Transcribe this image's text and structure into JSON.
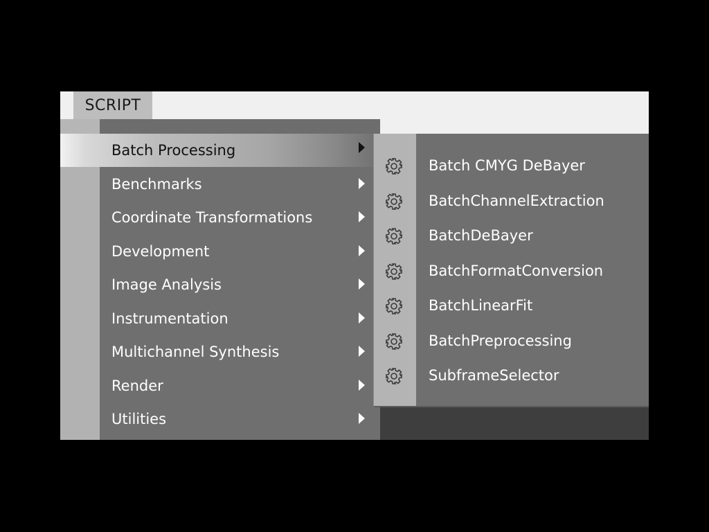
{
  "menubar": {
    "script_label": "SCRIPT"
  },
  "menu": {
    "items": [
      {
        "label": "Batch Processing",
        "highlighted": true,
        "has_submenu": true
      },
      {
        "label": "Benchmarks",
        "has_submenu": true
      },
      {
        "label": "Coordinate Transformations",
        "has_submenu": true
      },
      {
        "label": "Development",
        "has_submenu": true
      },
      {
        "label": "Image Analysis",
        "has_submenu": true
      },
      {
        "label": "Instrumentation",
        "has_submenu": true
      },
      {
        "label": "Multichannel Synthesis",
        "has_submenu": true
      },
      {
        "label": "Render",
        "has_submenu": true
      },
      {
        "label": "Utilities",
        "has_submenu": true
      }
    ]
  },
  "submenu": {
    "parent": "Batch Processing",
    "items": [
      {
        "label": "Batch CMYG DeBayer",
        "icon": "gear-icon"
      },
      {
        "label": "BatchChannelExtraction",
        "icon": "gear-icon"
      },
      {
        "label": "BatchDeBayer",
        "icon": "gear-icon"
      },
      {
        "label": "BatchFormatConversion",
        "icon": "gear-icon"
      },
      {
        "label": "BatchLinearFit",
        "icon": "gear-icon"
      },
      {
        "label": "BatchPreprocessing",
        "icon": "gear-icon"
      },
      {
        "label": "SubframeSelector",
        "icon": "gear-icon"
      }
    ]
  },
  "colors": {
    "menu_background": "#6f6f6f",
    "menu_gutter": "#b2b2b2",
    "menu_text": "#ffffff",
    "highlight_text": "#111111",
    "menubar_background": "#f0f0f0",
    "menubar_active": "#bdbdbd"
  }
}
